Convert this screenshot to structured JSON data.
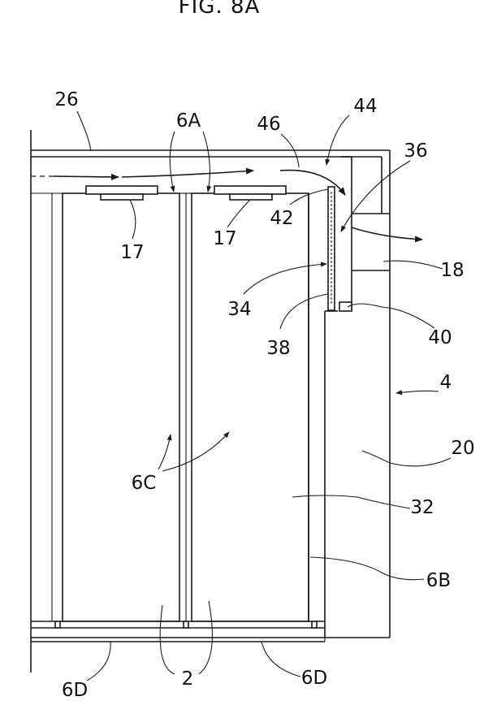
{
  "figure": {
    "title": "FIG. 8A",
    "labels": {
      "l26": "26",
      "l6a": "6A",
      "l46": "46",
      "l44": "44",
      "l36": "36",
      "l42": "42",
      "l17a": "17",
      "l17b": "17",
      "l18": "18",
      "l34": "34",
      "l38": "38",
      "l40": "40",
      "l4": "4",
      "l20": "20",
      "l6c": "6C",
      "l32": "32",
      "l6b": "6B",
      "l2": "2",
      "l6d_left": "6D",
      "l6d_right": "6D"
    }
  }
}
